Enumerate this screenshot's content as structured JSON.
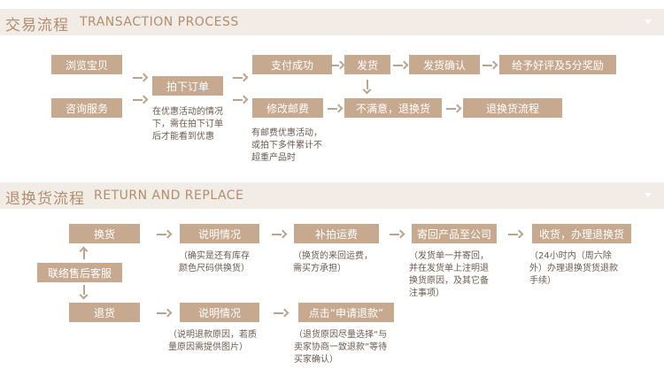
{
  "transaction": {
    "title_zh": "交易流程",
    "title_en": "TRANSACTION PROCESS",
    "nodes": {
      "browse": "浏览宝贝",
      "consult": "咨询服务",
      "order": "拍下订单",
      "pay": "支付成功",
      "ship": "发货",
      "confirm": "发货确认",
      "review": "给予好评及5分奖励",
      "modify_shipping": "修改邮费",
      "unsatisfied": "不满意，退换货",
      "return_flow": "退换货流程"
    },
    "notes": {
      "discount": "在优惠活动的情况\n下，需在拍下订单\n后才能看到优惠",
      "shipping": "有邮费优惠活动，\n或拍下多件累计不\n超重产品时"
    }
  },
  "return": {
    "title_zh": "退换货流程",
    "title_en": "RETURN AND REPLACE",
    "nodes": {
      "contact": "联络售后客服",
      "exchange": "换货",
      "explain1": "说明情况",
      "repay": "补拍运费",
      "send_back": "寄回产品至公司",
      "receive": "收货，办理退换货",
      "refund": "退货",
      "explain2": "说明情况",
      "apply": "点击“申请退款”"
    },
    "notes": {
      "stock": "（确实是还有库存\n颜色尺码供换货）",
      "freight": "（换货的来回运费，\n需买方承担）",
      "invoice": "（发货单一并寄回，\n并在发货单上注明退\n换货原因，及其它备\n注事项）",
      "hours": "（24小时内（周六除\n外）办理退换货货退款\n手续）",
      "reason": "（说明退款原因，若质\n量原因需提供图片）",
      "choose": "（退货原因尽量选择“与\n卖家协商一致退款”等待\n买家确认）"
    }
  }
}
